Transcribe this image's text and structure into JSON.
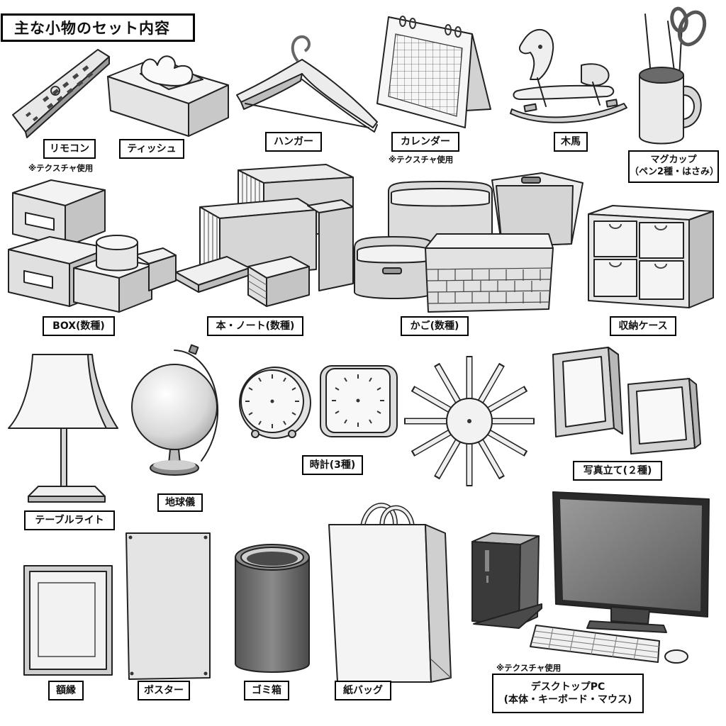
{
  "title": "主な小物のセット内容",
  "labels": {
    "remote": "リモコン",
    "tissue": "ティッシュ",
    "hanger": "ハンガー",
    "calendar": "カレンダー",
    "horse": "木馬",
    "mug": "マグカップ\n（ペン2種・はさみ）",
    "box": "BOX(数種)",
    "books": "本・ノート(数種)",
    "basket": "かご(数種)",
    "storage": "収納ケース",
    "lamp": "テーブルライト",
    "globe": "地球儀",
    "clock": "時計(3種)",
    "photo": "写真立て(２種)",
    "frame": "額縁",
    "poster": "ポスター",
    "trash": "ゴミ箱",
    "paperbag": "紙バッグ",
    "pc": "デスクトップPC\n(本体・キーボード・マウス)"
  },
  "notes": {
    "remote": "※テクスチャ使用",
    "calendar": "※テクスチャ使用",
    "pc": "※テクスチャ使用"
  }
}
